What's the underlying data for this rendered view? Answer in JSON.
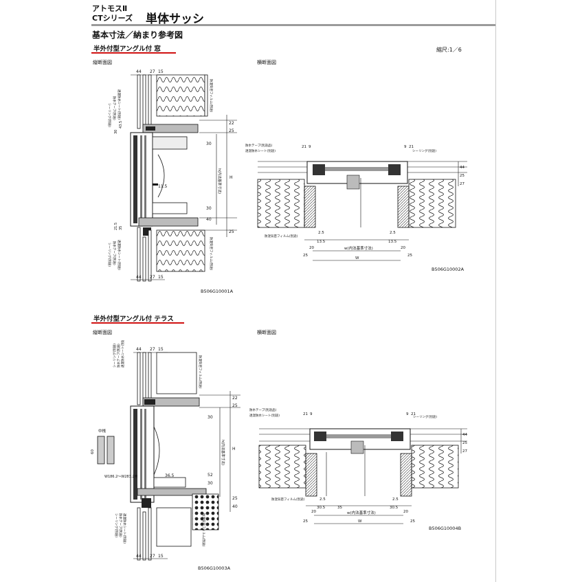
{
  "header": {
    "brand": "アトモスⅡ",
    "series": "CTシリーズ",
    "title": "単体サッシ",
    "subtitle": "基本寸法／納まり参考図",
    "scale": "縮尺:1／6"
  },
  "sections": [
    {
      "title": "半外付型アングル付 窓",
      "vertical_label": "縦断面図",
      "horizontal_label": "横断面図",
      "vertical_code": "B506G10001A",
      "horizontal_code": "B506G10002A",
      "vertical_dims_top": [
        "44",
        "27",
        "15"
      ],
      "vertical_dims_bottom": [
        "44",
        "27",
        "15"
      ],
      "vertical_dims_right": [
        "22",
        "25",
        "30",
        "30",
        "40",
        "25"
      ],
      "vertical_dims_left": [
        "30",
        "43.5",
        "21.5",
        "35"
      ],
      "vertical_inner": [
        "H",
        "h(内法基準寸法)",
        "11.5"
      ],
      "vertical_callouts": [
        "シーリング(別途)",
        "防水テープ(別途)",
        "透湿防水シート(別途)",
        "防湿気密フィルム(別途)"
      ],
      "horizontal_dims_bottom": [
        "25",
        "20",
        "13.5",
        "2.5",
        "w(内法基準寸法)",
        "2.5",
        "13.5",
        "20",
        "25",
        "W"
      ],
      "horizontal_dims_top": [
        "21",
        "9",
        "9",
        "21"
      ],
      "horizontal_dims_right": [
        "44",
        "25",
        "27"
      ],
      "horizontal_callouts": [
        "防水テープ(別途品)",
        "透湿防水シート(別途)",
        "シーリング(別途)",
        "防湿気密フィルム(別途)"
      ]
    },
    {
      "title": "半外付型アングル付 テラス",
      "vertical_label": "縦断面図",
      "horizontal_label": "横断面図",
      "vertical_code": "B506G10003A",
      "horizontal_code": "B506G10004B",
      "vertical_dims_top": [
        "44",
        "27",
        "15"
      ],
      "vertical_dims_bottom": [
        "44",
        "27",
        "15"
      ],
      "vertical_dims_right": [
        "22",
        "25",
        "30",
        "30",
        "52",
        "25",
        "40"
      ],
      "vertical_inner": [
        "H",
        "h(内法基準寸法)",
        "36.5"
      ],
      "mullion_label": "中桟",
      "mullion_dim": "60",
      "mullion_note": "W186.2〜W283.2用",
      "vertical_callouts": [
        "シーリング(別途)",
        "防水テープ(別途)",
        "透湿防水シート(別途)",
        "防湿気密フィルム(別途)"
      ],
      "horizontal_dims_bottom": [
        "25",
        "20",
        "30.5",
        "2.5",
        "35",
        "w(内法基準寸法)",
        "2.5",
        "30.5",
        "20",
        "25",
        "W"
      ],
      "horizontal_dims_top": [
        "21",
        "9",
        "9",
        "21"
      ],
      "horizontal_dims_right": [
        "44",
        "25",
        "27"
      ],
      "horizontal_callouts": [
        "防水テープ(別途品)",
        "透湿防水シート(別途)",
        "シーリング(別途)",
        "防湿気密フィルム(別途)"
      ]
    }
  ]
}
